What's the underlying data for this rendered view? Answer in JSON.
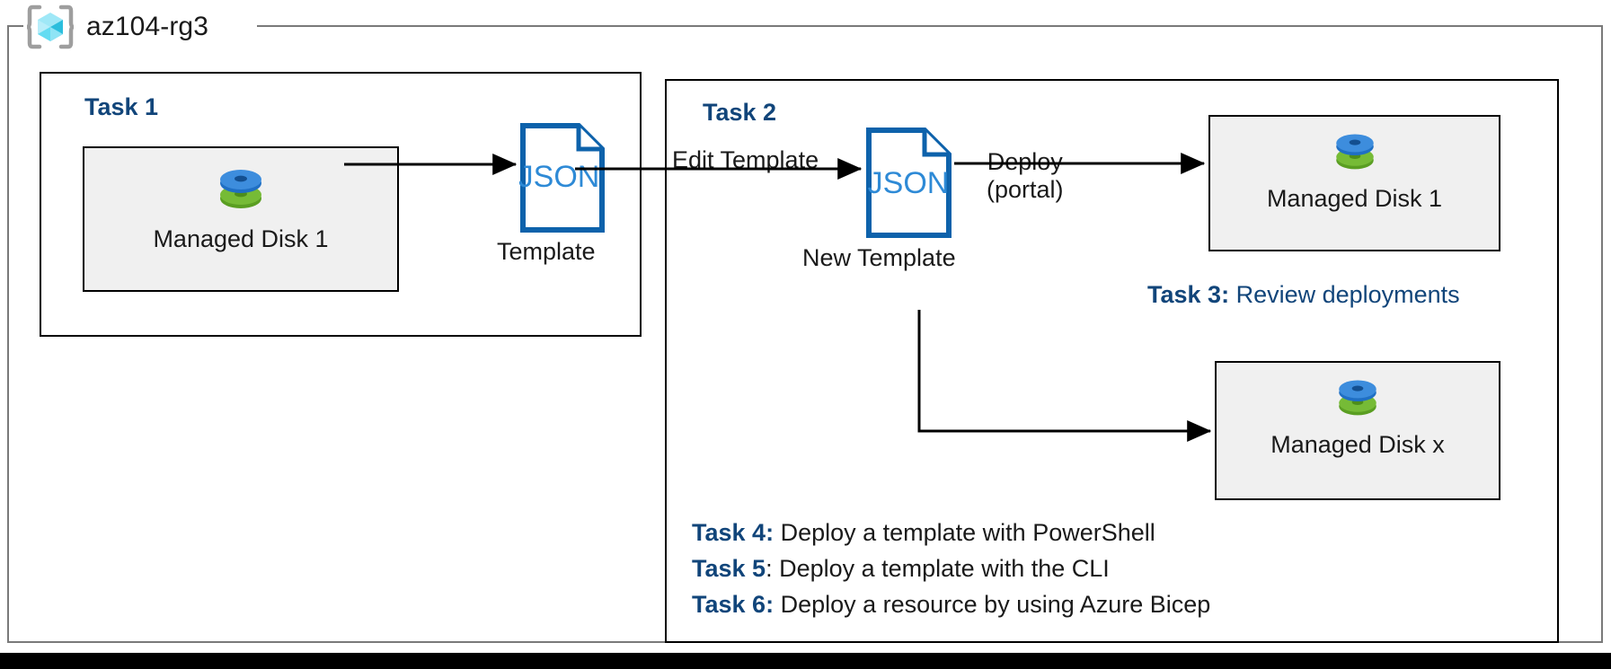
{
  "resource_group": {
    "name": "az104-rg3",
    "icon": "azure-resource-group-cube-icon"
  },
  "task1": {
    "heading": "Task 1",
    "resource": {
      "label": "Managed Disk 1",
      "icon": "managed-disk-icon"
    },
    "template": {
      "doc_text": "JSON",
      "caption": "Template",
      "icon": "json-document-icon"
    }
  },
  "task2": {
    "heading": "Task 2",
    "edit_arrow_label": "Edit Template",
    "new_template": {
      "doc_text": "JSON",
      "caption": "New Template",
      "icon": "json-document-icon"
    },
    "deploy_arrow_label_line1": "Deploy",
    "deploy_arrow_label_line2": "(portal)",
    "output_disk_1": {
      "label": "Managed Disk 1",
      "icon": "managed-disk-icon"
    },
    "output_disk_x": {
      "label": "Managed Disk x",
      "icon": "managed-disk-icon"
    }
  },
  "notes": {
    "task3": {
      "key": "Task 3",
      "sep": ":",
      "sep_color": "blue",
      "desc": " Review deployments",
      "desc_color": "blue"
    },
    "task4": {
      "key": "Task 4",
      "sep": ":",
      "sep_color": "blue",
      "desc": " Deploy a template with PowerShell",
      "desc_color": "black"
    },
    "task5": {
      "key": "Task 5",
      "sep": ":",
      "sep_color": "black",
      "desc": " Deploy a template with the CLI",
      "desc_color": "black"
    },
    "task6": {
      "key": "Task 6",
      "sep": ":",
      "sep_color": "blue",
      "desc": " Deploy a resource by using Azure Bicep",
      "desc_color": "black"
    }
  },
  "colors": {
    "accent_blue": "#11457a",
    "json_outline": "#0d62ab",
    "json_text": "#2e8ad6",
    "tile_fill": "#f0f0f0",
    "frame_gray": "#7a7a7a",
    "stroke_black": "#000000",
    "disk_blue": "#3d8ddd",
    "disk_green": "#73b23a",
    "cube_cyan": "#4fd2ef"
  }
}
